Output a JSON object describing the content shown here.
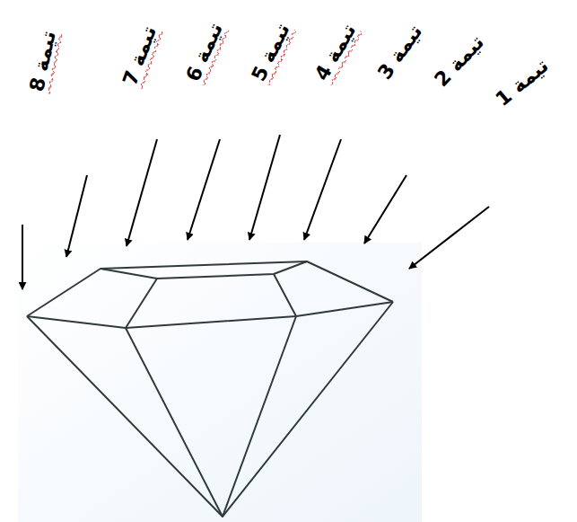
{
  "diagram": {
    "labels": [
      "تيمة 1",
      "تيمة 2",
      "تيمة 3",
      "تيمة 4",
      "تيمة 5",
      "تيمة 6",
      "تيمة 7",
      "تيمة 8"
    ]
  }
}
